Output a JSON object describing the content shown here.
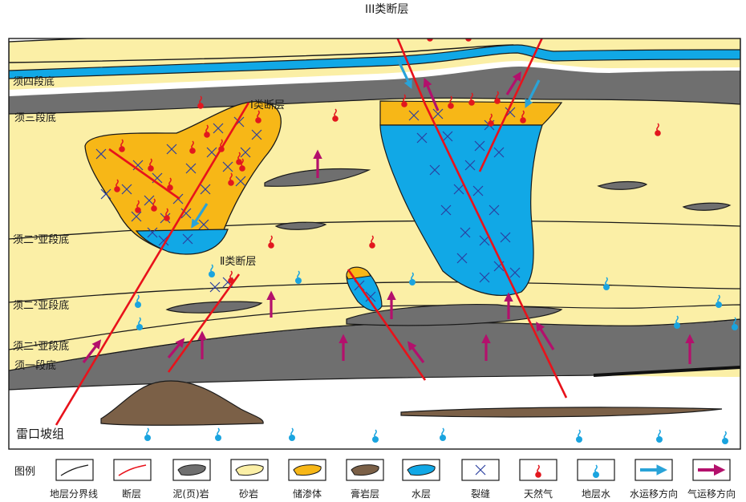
{
  "labels": {
    "fault_III": "III类断层",
    "fault_I": "Ⅰ类断层",
    "fault_II": "Ⅱ类断层",
    "base_xu4": "须四段底",
    "base_xu3": "须三段底",
    "base_xu2_3": "须二³亚段底",
    "base_xu2_2": "须二²亚段底",
    "base_xu2_1": "须二¹亚段底",
    "base_xu1": "须一段底",
    "leikoupo": "雷口坡组"
  },
  "legend": {
    "title": "图例",
    "items": [
      {
        "label": "地层分界线"
      },
      {
        "label": "断层"
      },
      {
        "label": "泥(页)岩"
      },
      {
        "label": "砂岩"
      },
      {
        "label": "储渗体"
      },
      {
        "label": "膏岩层"
      },
      {
        "label": "水层"
      },
      {
        "label": "裂缝"
      },
      {
        "label": "天然气"
      },
      {
        "label": "地层水"
      },
      {
        "label": "水运移方向"
      },
      {
        "label": "气运移方向"
      }
    ]
  },
  "colors": {
    "sandstone": "#fbefa6",
    "mudstone": "#6f6f6f",
    "reservoir": "#f7b717",
    "gypsum": "#7b6047",
    "water": "#11a8e6",
    "fault": "#e8121b",
    "gas": "#e2171e",
    "formation_water": "#1aa4df",
    "water_arrow": "#29a3d8",
    "gas_arrow": "#b3106c",
    "fracture": "#2b3fa0"
  }
}
